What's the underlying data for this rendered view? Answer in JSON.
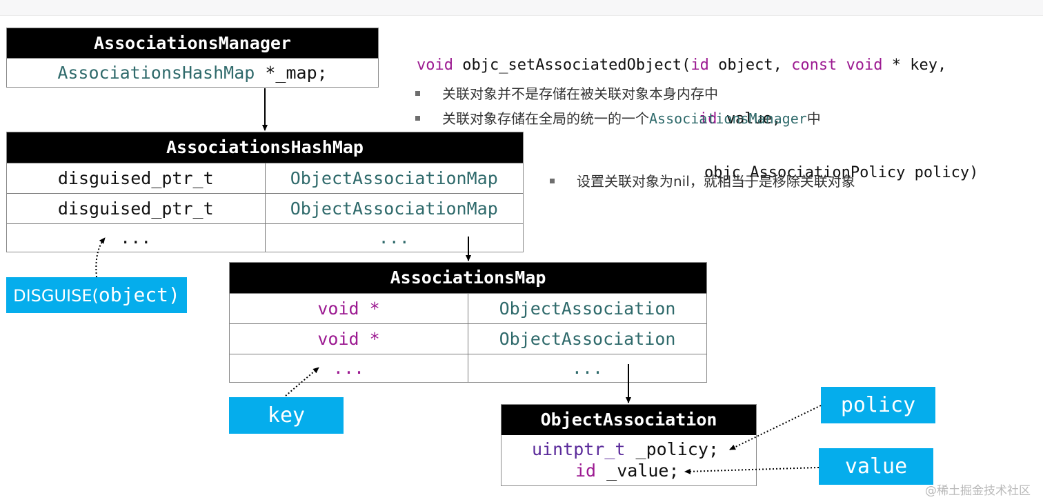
{
  "signature": {
    "line1": {
      "kw_void": "void",
      "fn": " objc_setAssociatedObject(",
      "kw_id": "id",
      "p1": " object, ",
      "kw_const": "const",
      "sp": " ",
      "kw_void2": "void",
      "p2": " * key,"
    },
    "line2": {
      "kw_id": "id",
      "p": " value,"
    },
    "line3": {
      "p": "objc_AssociationPolicy policy)"
    }
  },
  "notes": [
    {
      "text": "关联对象并不是存储在被关联对象本身内存中"
    },
    {
      "text_pre": "关联对象存储在全局的统一的一个",
      "code": "AssociationsManager",
      "text_post": "中"
    },
    {
      "text": "设置关联对象为nil，就相当于是移除关联对象"
    }
  ],
  "associations_manager": {
    "title": "AssociationsManager",
    "field_type": "AssociationsHashMap",
    "field_name": " *_map;"
  },
  "associations_hashmap": {
    "title": "AssociationsHashMap",
    "rows": [
      {
        "key": "disguised_ptr_t",
        "value": "ObjectAssociationMap"
      },
      {
        "key": "disguised_ptr_t",
        "value": "ObjectAssociationMap"
      },
      {
        "key": "...",
        "value": "..."
      }
    ]
  },
  "associations_map": {
    "title": "AssociationsMap",
    "rows": [
      {
        "key": "void *",
        "value": "ObjectAssociation"
      },
      {
        "key": "void *",
        "value": "ObjectAssociation"
      },
      {
        "key": "...",
        "value": "..."
      }
    ]
  },
  "object_association": {
    "title": "ObjectAssociation",
    "policy_type": "uintptr_t",
    "policy_name": " _policy;",
    "value_type": "id",
    "value_name": " _value;"
  },
  "labels": {
    "disguise": {
      "prefix": "DISGUISE(",
      "arg": "object",
      "suffix": ")"
    },
    "key": "key",
    "policy": "policy",
    "value": "value"
  },
  "watermark": "@稀土掘金技术社区",
  "colors": {
    "label_blue": "#05adec",
    "header_black": "#000000",
    "teal": "#2f6a6b",
    "purple": "#9c1a91"
  }
}
